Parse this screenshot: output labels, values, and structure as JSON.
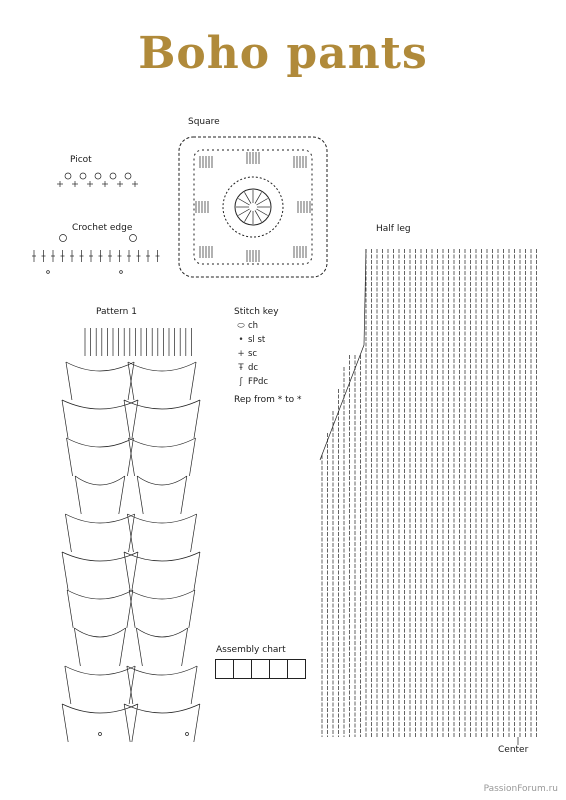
{
  "title": "Boho pants",
  "labels": {
    "square": "Square",
    "picot": "Picot",
    "crochet_edge": "Crochet edge",
    "half_leg": "Half leg",
    "pattern1": "Pattern 1",
    "assembly_chart": "Assembly chart",
    "center": "Center"
  },
  "stitch_key": {
    "heading": "Stitch key",
    "items": [
      {
        "symbol": "ellipse",
        "label": "ch"
      },
      {
        "symbol": "dot",
        "label": "sl st"
      },
      {
        "symbol": "plus",
        "label": "sc"
      },
      {
        "symbol": "dc",
        "label": "dc"
      },
      {
        "symbol": "fpdc",
        "label": "FPdc"
      }
    ],
    "repeat_note": "Rep from * to *"
  },
  "assembly_chart_cells": 5,
  "colors": {
    "title": "#b08a3a",
    "ink": "#222222"
  },
  "watermark": "PassionForum.ru"
}
